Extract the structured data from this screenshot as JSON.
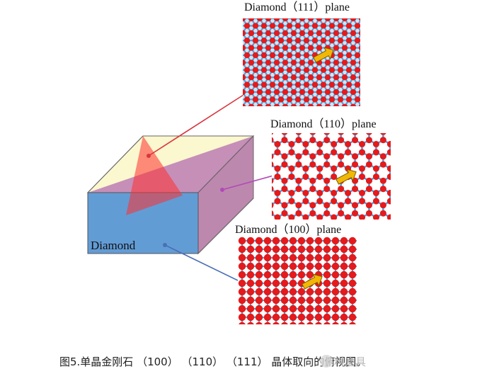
{
  "box_label": "Diamond",
  "panels": [
    {
      "id": "p111",
      "title": "Diamond（111）plane"
    },
    {
      "id": "p110",
      "title": "Diamond（110）plane"
    },
    {
      "id": "p100",
      "title": "Diamond（100）plane"
    }
  ],
  "caption": "图5.单晶金刚石 （100） （110） （111） 晶体取向的俯视图。",
  "watermark": "料磨具",
  "colors": {
    "atom": "#e41a1c",
    "bond": "#4aa3df",
    "arrow": "#f2b705",
    "leader_111": "#d9363e",
    "leader_110": "#b04ab8",
    "leader_100": "#4a6fb8"
  }
}
